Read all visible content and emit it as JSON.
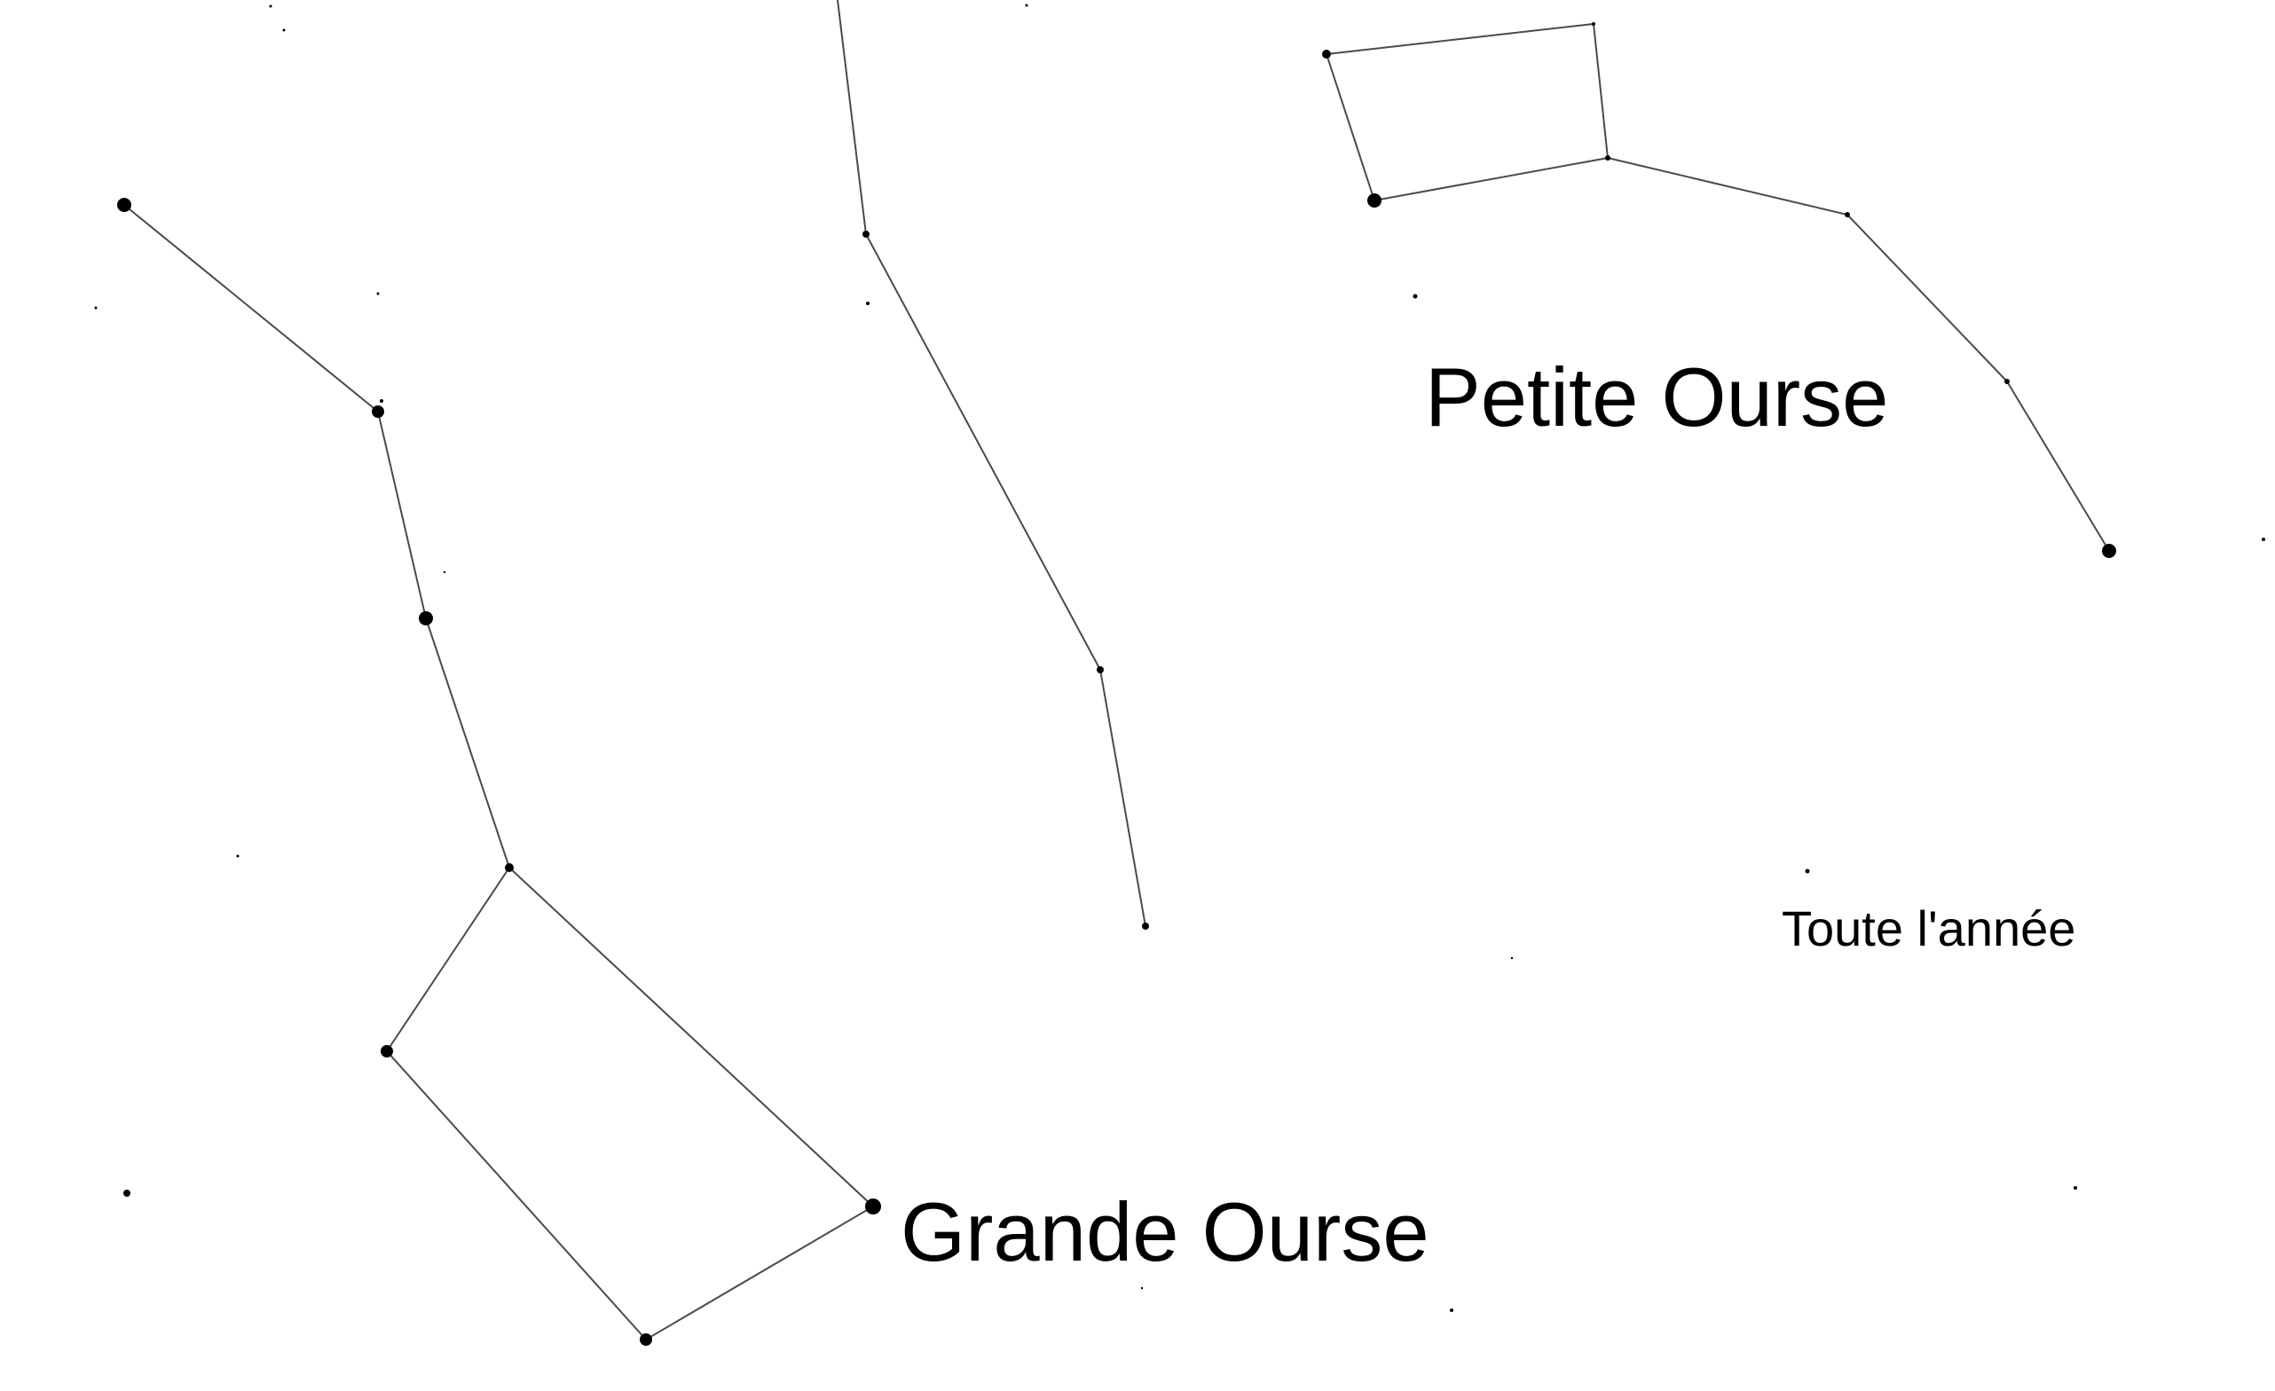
{
  "colors": {
    "background": "#ffffff",
    "lines": "#4a4a4a",
    "stars": "#000000",
    "text": "#000000"
  },
  "labels": {
    "little_dipper": "Petite Ourse",
    "big_dipper": "Grande Ourse",
    "season": "Toute l'année"
  }
}
